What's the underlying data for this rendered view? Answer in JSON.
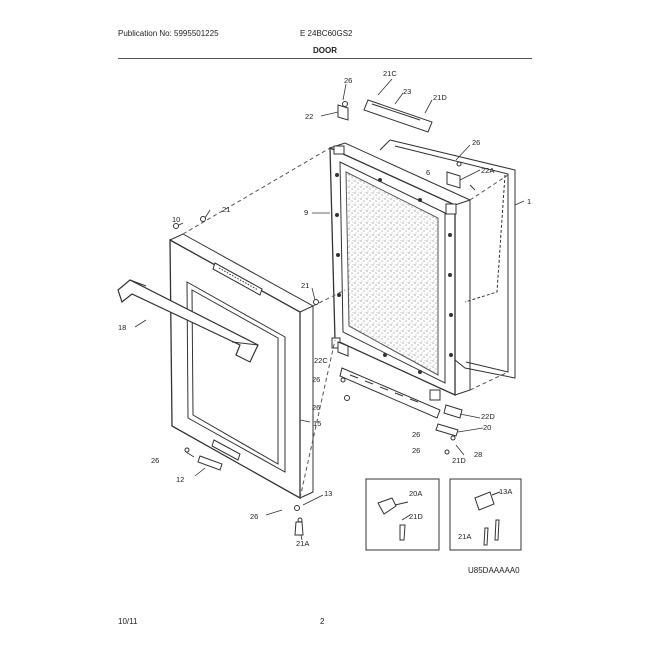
{
  "header": {
    "publication": "Publication No: 5995501225",
    "model": "E 24BC60GS2",
    "section": "DOOR"
  },
  "callouts": {
    "c1": "1",
    "c9": "9",
    "c10": "10",
    "c12": "12",
    "c13": "13",
    "c15": "15",
    "c18": "18",
    "c20": "20",
    "c20a": "20A",
    "c21": "21",
    "c21b": "21",
    "c21a": "21A",
    "c21a2": "21A",
    "c21c": "21C",
    "c21d": "21D",
    "c21d2": "21D",
    "c21d3": "21D",
    "c22": "22",
    "c22a": "22A",
    "c22c": "22C",
    "c22d": "22D",
    "c23": "23",
    "c26a": "26",
    "c26b": "26",
    "c26c": "26",
    "c26d": "26",
    "c26e": "26",
    "c26f": "26",
    "c26g": "26",
    "c26h": "26",
    "c28": "28",
    "c13a": "13A",
    "c6": "6"
  },
  "diagram_code": "U85DAAAAA0",
  "footer": {
    "date": "10/11",
    "page": "2"
  }
}
